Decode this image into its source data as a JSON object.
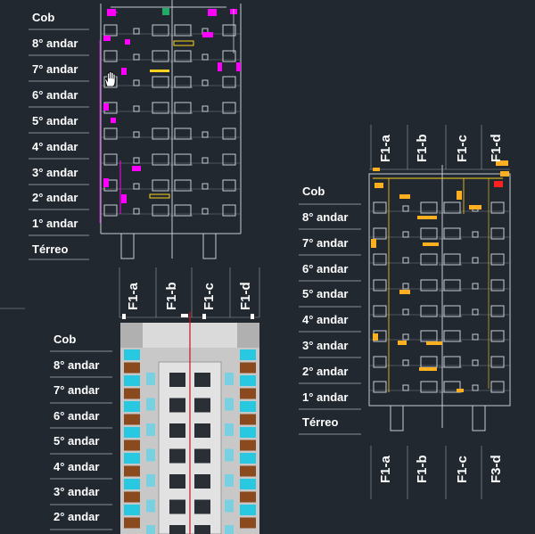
{
  "drawing": {
    "colors": {
      "background": "#212830",
      "linework": "#c8ccd2",
      "magenta": "#ff00ff",
      "yellow": "#ffd21f",
      "orange": "#ffb020",
      "red": "#ff2020",
      "cyan": "#28c8e0",
      "brown": "#8a4a1e",
      "facade_gray": "#c8c8c8"
    },
    "cursor": {
      "icon": "hand-pan-icon"
    },
    "elevation_top_left": {
      "floor_labels": [
        "Cob",
        "8° andar",
        "7° andar",
        "6° andar",
        "5° andar",
        "4° andar",
        "3° andar",
        "2° andar",
        "1° andar",
        "Térreo"
      ]
    },
    "elevation_right": {
      "floor_labels": [
        "Cob",
        "8° andar",
        "7° andar",
        "6° andar",
        "5° andar",
        "4° andar",
        "3° andar",
        "2° andar",
        "1° andar",
        "Térreo"
      ],
      "top_shaft_labels": [
        "F1-a",
        "F1-b",
        "F1-c",
        "F1-d"
      ],
      "bottom_shaft_labels": [
        "F1-a",
        "F1-b",
        "F1-c",
        "F3-d"
      ]
    },
    "elevation_bottom": {
      "floor_labels": [
        "Cob",
        "8° andar",
        "7° andar",
        "6° andar",
        "5° andar",
        "4° andar",
        "3° andar",
        "2° andar"
      ],
      "top_shaft_labels": [
        "F1-a",
        "F1-b",
        "F1-c",
        "F1-d"
      ]
    }
  }
}
